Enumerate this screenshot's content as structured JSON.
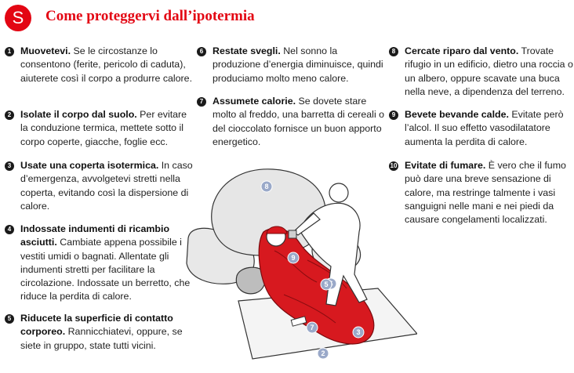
{
  "header": {
    "logo_letter": "S",
    "title": "Come proteggervi dall’ipotermia"
  },
  "items": [
    {
      "n": "1",
      "head": "Muovetevi.",
      "text": " Se le circostanze lo consentono (ferite, pericolo di caduta), aiuterete così il corpo a produrre calore."
    },
    {
      "n": "2",
      "head": "Isolate il corpo dal suolo.",
      "text": " Per evitare la conduzione termica, mettete sotto il corpo coperte, giacche, foglie ecc."
    },
    {
      "n": "3",
      "head": "Usate una coperta isotermica.",
      "text": " In caso d’emergenza, avvolgetevi stretti nella coperta, evitando così la dispersione di calore."
    },
    {
      "n": "4",
      "head": "Indossate indumenti di ricambio asciutti.",
      "text": " Cambiate appena possibile i vestiti umidi o bagnati. Allentate gli indumenti stretti per facilitare la circolazione. Indossate un berretto, che riduce la perdita di calore."
    },
    {
      "n": "5",
      "head": "Riducete la superficie di contatto corporeo.",
      "text": " Rannicchiatevi, oppure, se siete in gruppo, state tutti vicini."
    },
    {
      "n": "6",
      "head": "Restate svegli.",
      "text": " Nel sonno la produzione d’energia diminuisce, quindi produciamo molto meno calore."
    },
    {
      "n": "7",
      "head": "Assumete calorie.",
      "text": " Se dovete stare molto al freddo, una barretta di cereali o del cioccolato fornisce un buon apporto energetico."
    },
    {
      "n": "8",
      "head": "Cercate riparo dal vento.",
      "text": " Trovate rifugio in un edificio, dietro una roccia o un albero, oppure scavate una buca nella neve, a dipendenza del terreno."
    },
    {
      "n": "9",
      "head": "Bevete bevande calde.",
      "text": " Evitate però l’alcol. Il suo effetto vasodilatatore aumenta la perdita di calore."
    },
    {
      "n": "10",
      "head": "Evitate di fumare.",
      "text": " È vero che il fumo può dare una breve sensazione di calore, ma restringe talmente i vasi sanguigni nelle mani e nei piedi da causare congelamenti localizzati."
    }
  ],
  "illustration": {
    "badges": [
      "8",
      "9",
      "6",
      "5",
      "7",
      "3",
      "2"
    ],
    "colors": {
      "accent": "#e30613",
      "badge": "#9aa9c9",
      "rock": "#e6e6e6",
      "bag": "#d7191f"
    }
  }
}
